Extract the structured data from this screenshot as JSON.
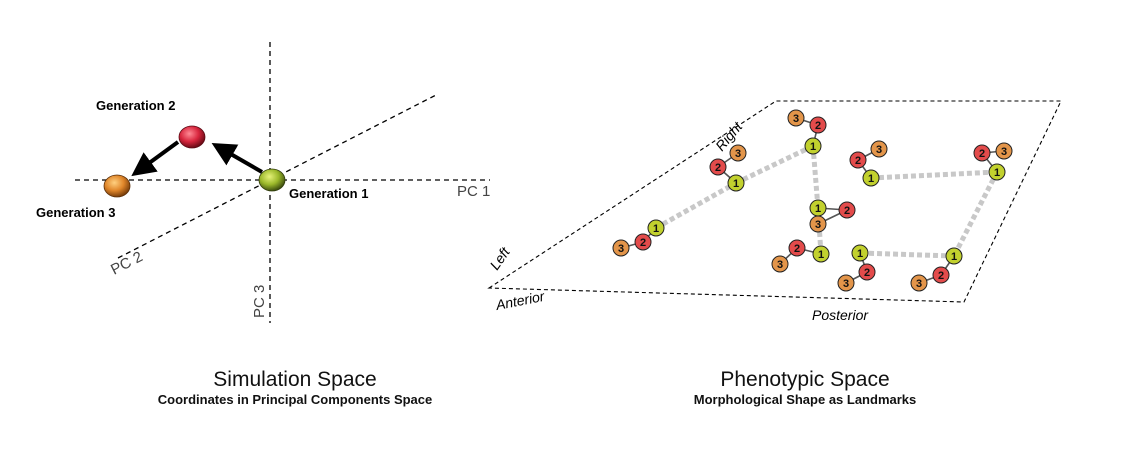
{
  "simulation": {
    "axis_pc1": "PC 1",
    "axis_pc2": "PC 2",
    "axis_pc3": "PC 3",
    "gen1": "Generation 1",
    "gen2": "Generation 2",
    "gen3": "Generation 3",
    "title": "Simulation Space",
    "subtitle": "Coordinates in Principal Components Space",
    "colors": {
      "gen1": "#9bb82a",
      "gen2": "#d8263e",
      "gen3": "#e0862a"
    }
  },
  "phenotypic": {
    "left": "Left",
    "right": "Right",
    "anterior": "Anterior",
    "posterior": "Posterior",
    "title": "Phenotypic Space",
    "subtitle": "Morphological Shape as Landmarks",
    "landmark_labels": [
      "1",
      "2",
      "3"
    ],
    "colors": {
      "landmark1": "#c2d12e",
      "landmark2": "#e34b4b",
      "landmark3": "#e3954a",
      "link": "#c8c8c8"
    }
  }
}
